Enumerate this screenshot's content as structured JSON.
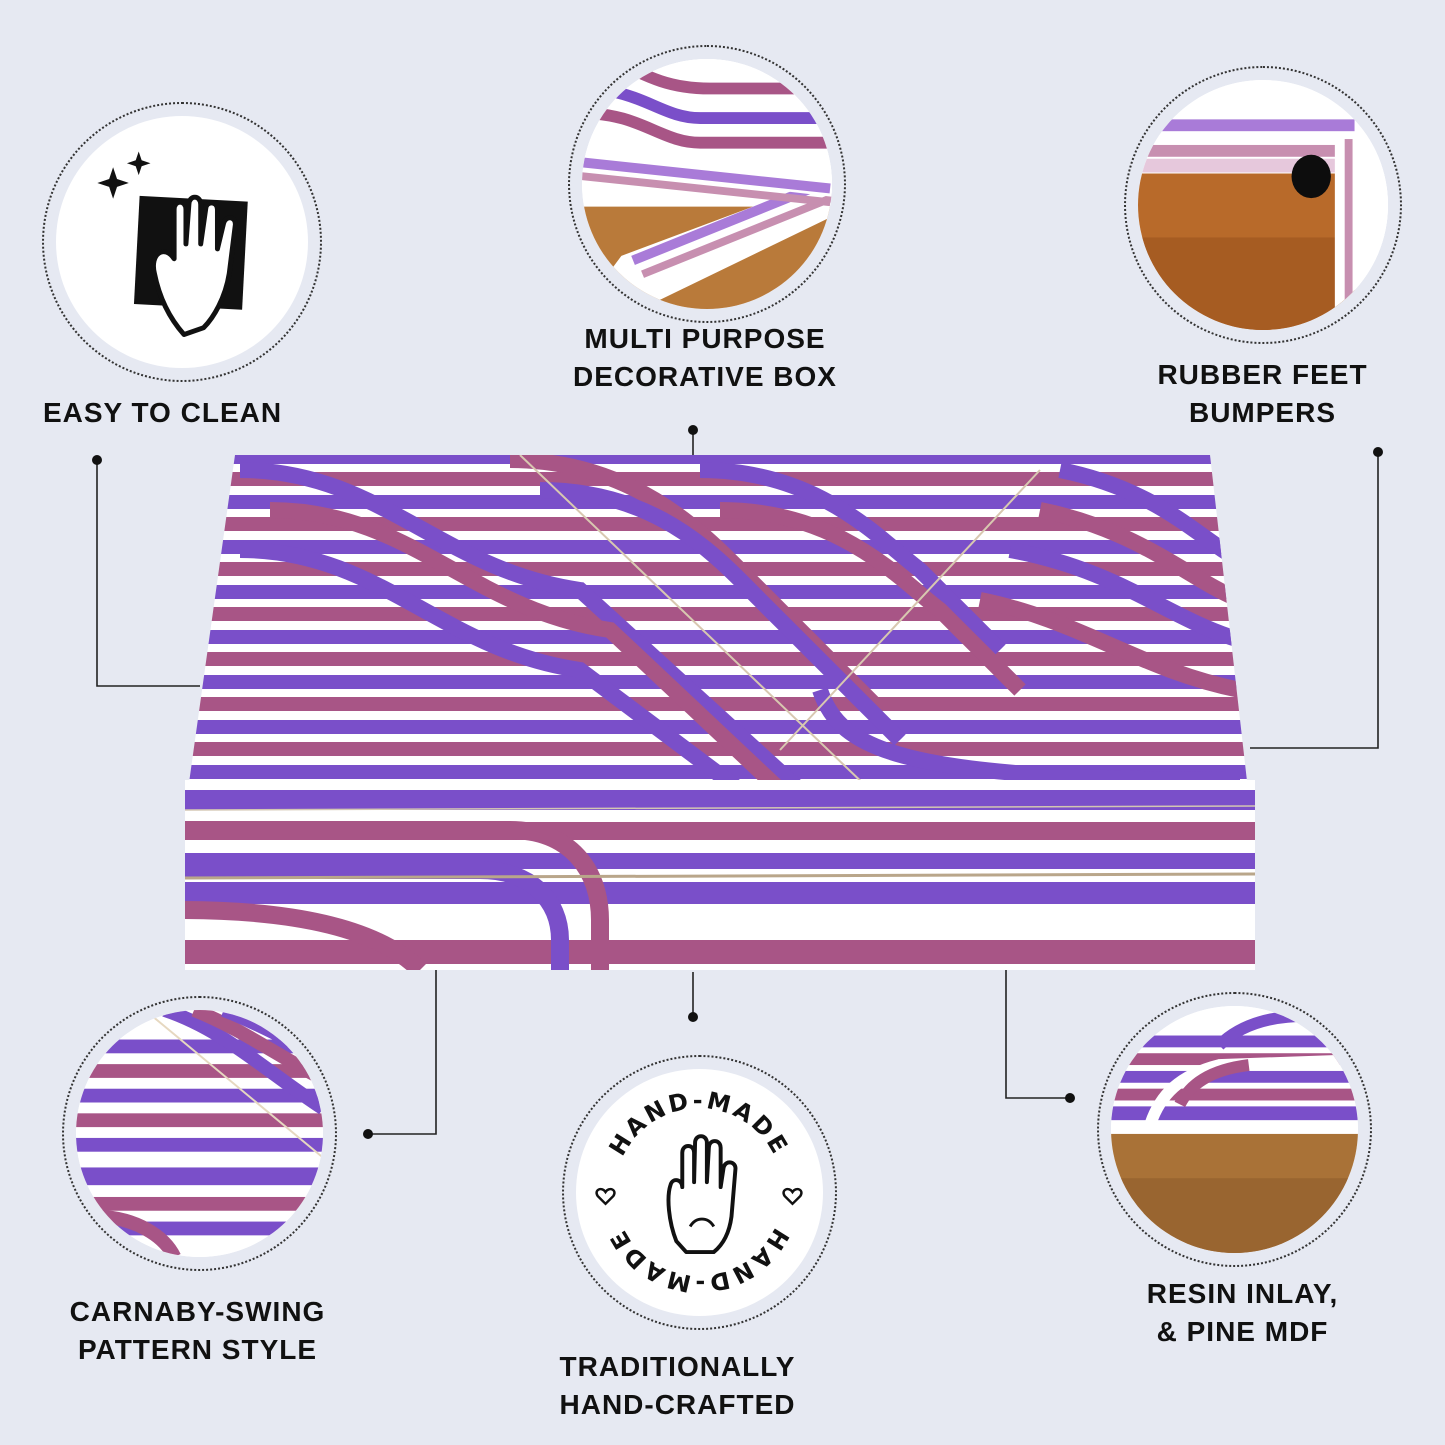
{
  "features": {
    "easy_clean": {
      "line1": "EASY TO CLEAN"
    },
    "multi_purpose": {
      "line1": "MULTI PURPOSE",
      "line2": "DECORATIVE BOX"
    },
    "rubber_feet": {
      "line1": "RUBBER FEET",
      "line2": "BUMPERS"
    },
    "carnaby": {
      "line1": "CARNABY-SWING",
      "line2": "PATTERN STYLE"
    },
    "handcrafted": {
      "line1": "TRADITIONALLY",
      "line2": "HAND-CRAFTED"
    },
    "resin": {
      "line1": "RESIN INLAY,",
      "line2": "& PINE MDF"
    }
  },
  "badge": {
    "top_text": "HAND-MADE",
    "bottom_text": "HAND-MADE"
  },
  "colors": {
    "background": "#e6e9f2",
    "purple": "#7a4fc9",
    "mauve": "#a85586",
    "white": "#ffffff",
    "wood": "#b97a3a"
  },
  "icons": [
    "cleaning-cloth-icon",
    "sparkle-icon",
    "hand-icon",
    "heart-icon",
    "rubber-foot-icon"
  ]
}
